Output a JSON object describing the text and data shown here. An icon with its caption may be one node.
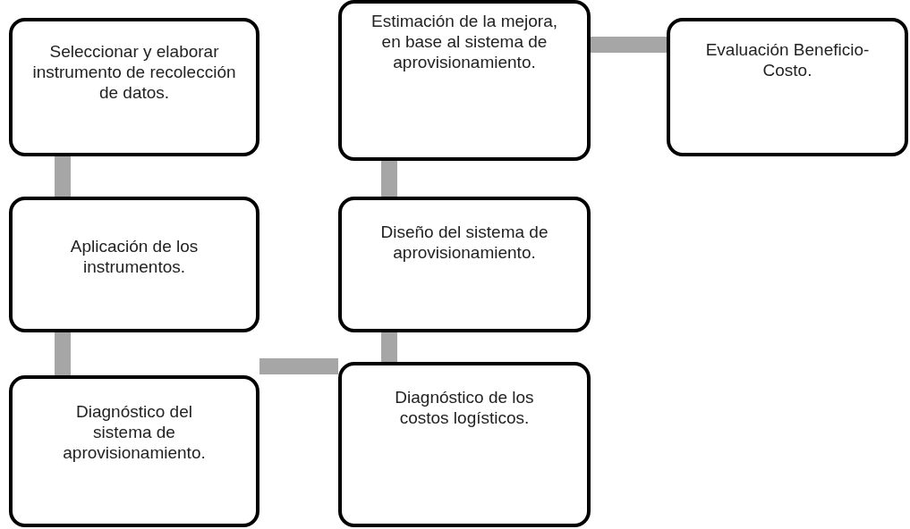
{
  "diagram": {
    "nodes": [
      {
        "text": [
          "Seleccionar y elaborar instrumento de recolección de datos."
        ]
      },
      {
        "text": [
          "Aplicación de los instrumentos."
        ]
      },
      {
        "text": [
          "Diagnóstico del sistema de aprovisionamiento."
        ]
      },
      {
        "text": [
          "Diagnóstico de los costos logísticos."
        ]
      },
      {
        "text": [
          "Diseño del sistema de aprovisionamiento."
        ]
      },
      {
        "text": [
          "Estimación de la mejora, en base al sistema de aprovisionamiento."
        ]
      },
      {
        "text": [
          "Evaluación Beneficio-Costo."
        ]
      }
    ],
    "edges": [
      {
        "from": 0,
        "to": 1,
        "arrow": "none"
      },
      {
        "from": 1,
        "to": 2,
        "arrow": "none"
      },
      {
        "from": 2,
        "to": 3,
        "arrow": "none"
      },
      {
        "from": 3,
        "to": 4,
        "arrow": "none"
      },
      {
        "from": 4,
        "to": 5,
        "arrow": "none"
      },
      {
        "from": 5,
        "to": 6,
        "arrow": "none"
      }
    ]
  }
}
